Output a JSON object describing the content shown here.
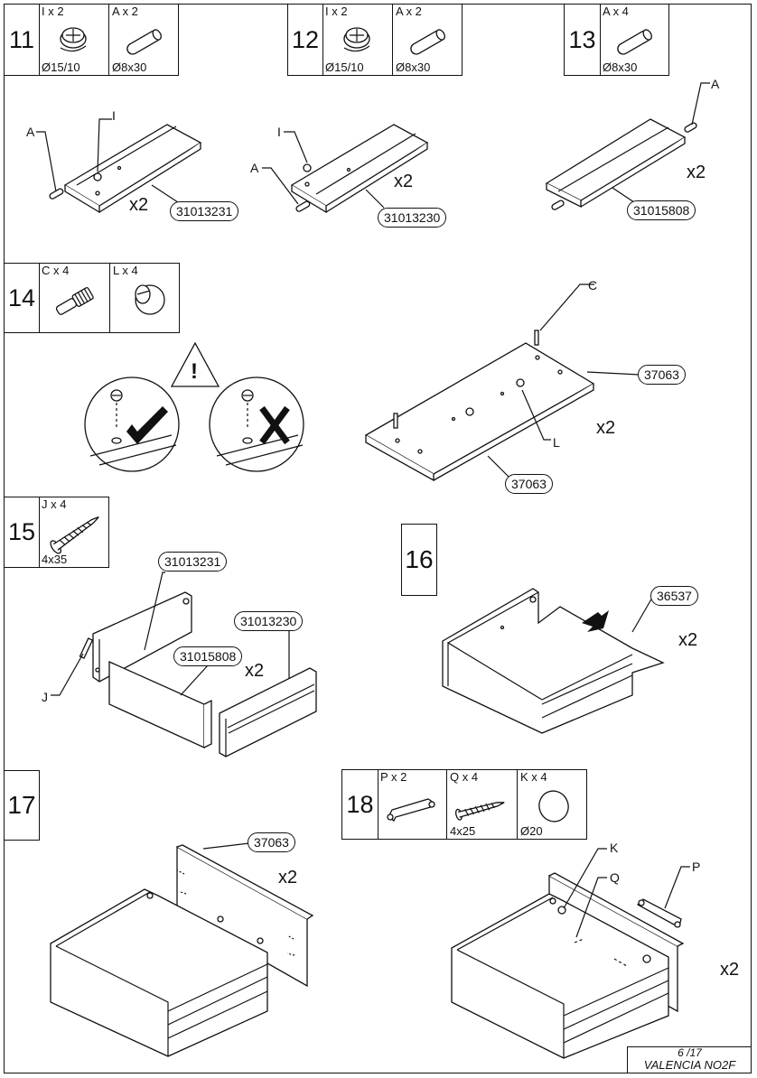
{
  "steps": {
    "s11": {
      "number": "11",
      "items": [
        {
          "qty": "I x 2",
          "dim": "Ø15/10",
          "icon": "cam-lock-icon"
        },
        {
          "qty": "A x 2",
          "dim": "Ø8x30",
          "icon": "dowel-icon"
        }
      ]
    },
    "s12": {
      "number": "12",
      "items": [
        {
          "qty": "I x 2",
          "dim": "Ø15/10",
          "icon": "cam-lock-icon"
        },
        {
          "qty": "A x 2",
          "dim": "Ø8x30",
          "icon": "dowel-icon"
        }
      ]
    },
    "s13": {
      "number": "13",
      "items": [
        {
          "qty": "A x 4",
          "dim": "Ø8x30",
          "icon": "dowel-icon"
        }
      ]
    },
    "s14": {
      "number": "14",
      "items": [
        {
          "qty": "C x 4",
          "dim": "",
          "icon": "cam-bolt-icon"
        },
        {
          "qty": "L x 4",
          "dim": "",
          "icon": "cam-lock-icon"
        }
      ]
    },
    "s15": {
      "number": "15",
      "items": [
        {
          "qty": "J x 4",
          "dim": "4x35",
          "icon": "screw-icon"
        }
      ]
    },
    "s16": {
      "number": "16"
    },
    "s17": {
      "number": "17"
    },
    "s18": {
      "number": "18",
      "items": [
        {
          "qty": "P x 2",
          "dim": "",
          "icon": "handle-icon"
        },
        {
          "qty": "Q x 4",
          "dim": "4x25",
          "icon": "screw-icon"
        },
        {
          "qty": "K x 4",
          "dim": "Ø20",
          "icon": "cap-icon"
        }
      ]
    }
  },
  "labels": {
    "s11_part": "31013231",
    "s11_mult": "x2",
    "s11_A": "A",
    "s11_I": "I",
    "s12_part": "31013230",
    "s12_mult": "x2",
    "s12_A": "A",
    "s12_I": "I",
    "s13_part": "31015808",
    "s13_mult": "x2",
    "s13_A": "A",
    "s14_part_top": "37063",
    "s14_part_bottom": "37063",
    "s14_mult": "x2",
    "s14_C": "C",
    "s14_L": "L",
    "s14_warn": "!",
    "s15_part_a": "31013231",
    "s15_part_b": "31015808",
    "s15_part_c": "31013230",
    "s15_mult": "x2",
    "s15_J": "J",
    "s16_part": "36537",
    "s16_mult": "x2",
    "s17_part": "37063",
    "s17_mult": "x2",
    "s18_K": "K",
    "s18_Q": "Q",
    "s18_P": "P",
    "s18_mult": "x2"
  },
  "footer": {
    "page": "6 /17",
    "model": "VALENCIA NO2F"
  }
}
